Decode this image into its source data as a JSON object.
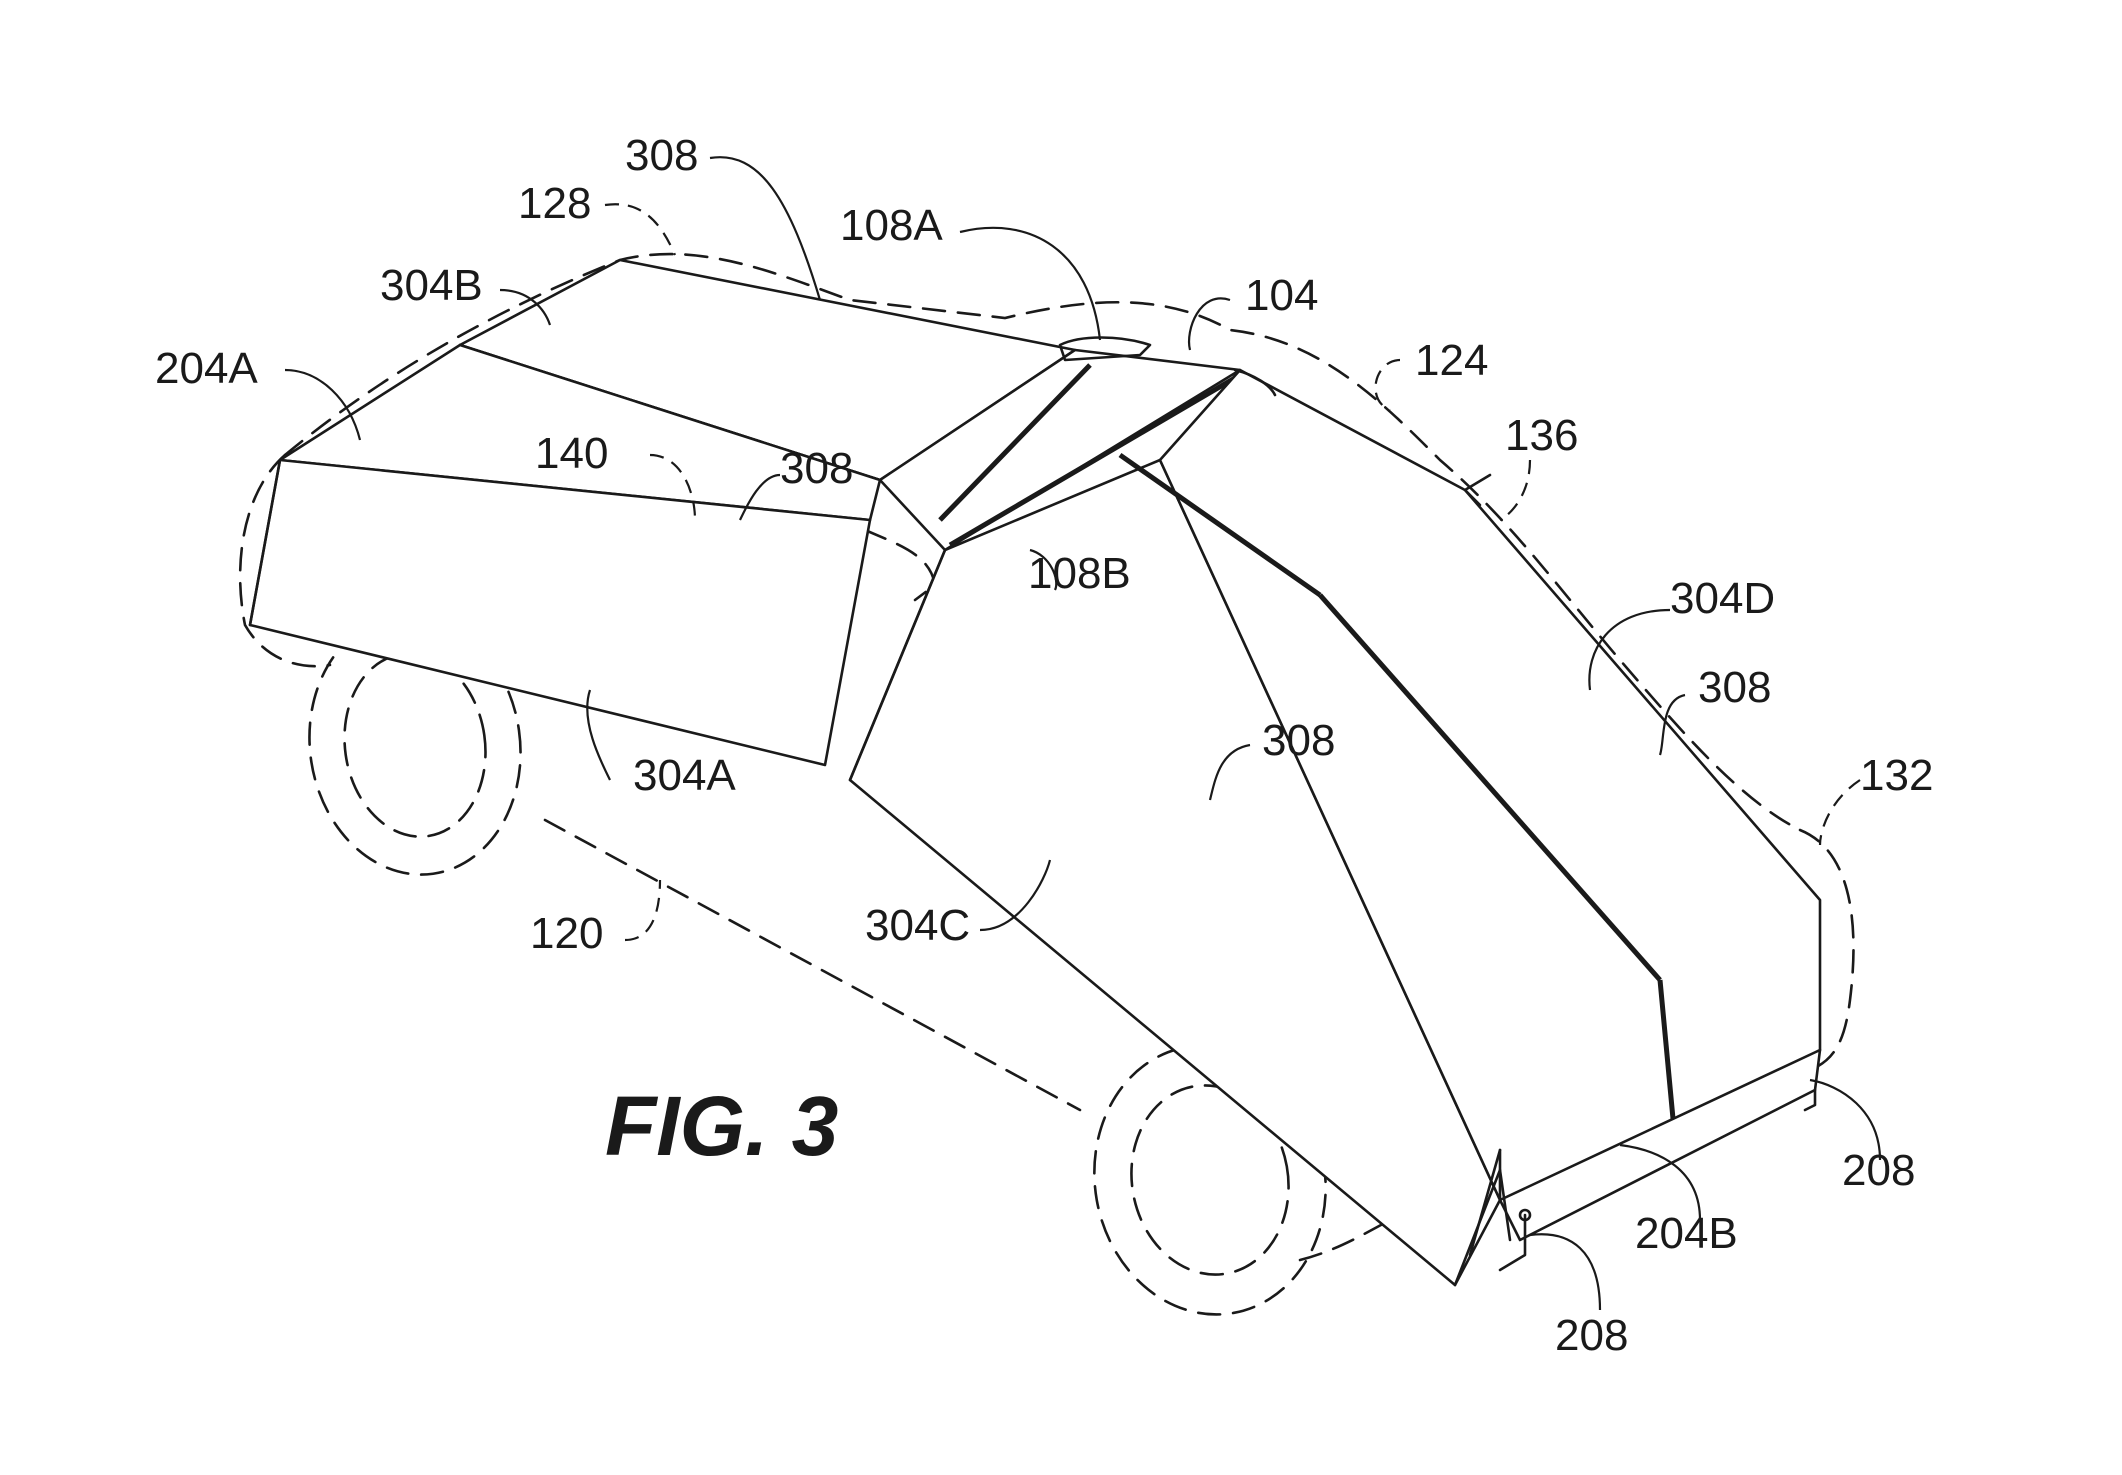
{
  "figure": {
    "caption": "FIG. 3",
    "labels": {
      "l308_top": "308",
      "l128": "128",
      "l108A": "108A",
      "l104": "104",
      "l304B": "304B",
      "l204A": "204A",
      "l124": "124",
      "l136": "136",
      "l140": "140",
      "l308_mid": "308",
      "l108B": "108B",
      "l304D": "304D",
      "l308_right": "308",
      "l308_center": "308",
      "l304A": "304A",
      "l132": "132",
      "l120": "120",
      "l304C": "304C",
      "l208_right": "208",
      "l204B": "204B",
      "l208_bottom": "208"
    }
  }
}
